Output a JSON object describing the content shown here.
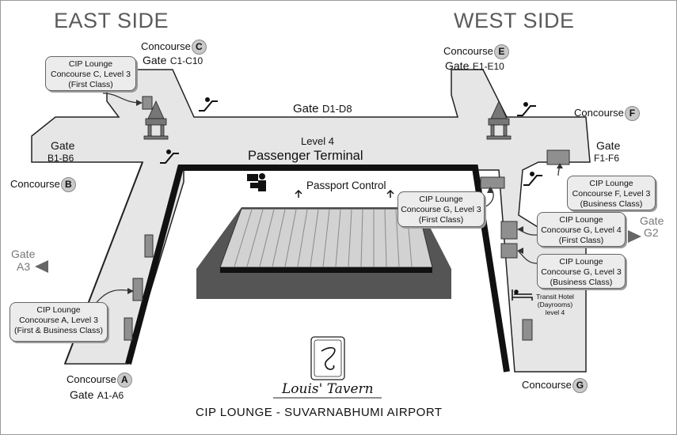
{
  "headers": {
    "east": "EAST SIDE",
    "west": "WEST SIDE"
  },
  "terminal": {
    "level": "Level 4",
    "name": "Passenger Terminal",
    "passport": "Passport Control"
  },
  "concourses": {
    "a": {
      "word": "Concourse",
      "letter": "A"
    },
    "b": {
      "word": "Concourse",
      "letter": "B"
    },
    "c": {
      "word": "Concourse",
      "letter": "C"
    },
    "e": {
      "word": "Concourse",
      "letter": "E"
    },
    "f": {
      "word": "Concourse",
      "letter": "F"
    },
    "g": {
      "word": "Concourse",
      "letter": "G"
    }
  },
  "gates": {
    "a": {
      "word": "Gate",
      "range": "A1-A6"
    },
    "b": {
      "word": "Gate",
      "range": "B1-B6"
    },
    "c": {
      "word": "Gate",
      "range": "C1-C10"
    },
    "d": {
      "word": "Gate",
      "range": "D1-D8"
    },
    "e": {
      "word": "Gate",
      "range": "E1-E10"
    },
    "f": {
      "word": "Gate",
      "range": "F1-F6"
    },
    "a3": {
      "word": "Gate",
      "range": "A3"
    },
    "g2": {
      "word": "Gate",
      "range": "G2"
    }
  },
  "lounges": {
    "c": [
      "CIP Lounge",
      "Concourse C, Level 3",
      "(First Class)"
    ],
    "a": [
      "CIP Lounge",
      "Concourse A, Level 3",
      "(First & Business Class)"
    ],
    "g3first": [
      "CIP Lounge",
      "Concourse G, Level 3",
      "(First Class)"
    ],
    "f": [
      "CIP Lounge",
      "Concourse F, Level 3",
      "(Business Class)"
    ],
    "g4": [
      "CIP Lounge",
      "Concourse G, Level 4",
      "(First Class)"
    ],
    "g3business": [
      "CIP Lounge",
      "Concourse G, Level 3",
      "(Business Class)"
    ]
  },
  "transit": [
    "Transit Hotel",
    "(Dayrooms)",
    "level 4"
  ],
  "brand": {
    "logo_text": "Louis' Tavern",
    "caption": "CIP LOUNGE - SUVARNABHUMI AIRPORT"
  },
  "colors": {
    "floor": "#e6e6e6",
    "wall": "#111111",
    "hall": "#555555",
    "hall_roof": "#cfcfcf"
  },
  "icons": [
    "escalator-icon",
    "pavilion-icon",
    "passport-control-icon",
    "bed-icon",
    "arrow-left-icon",
    "arrow-right-icon"
  ]
}
